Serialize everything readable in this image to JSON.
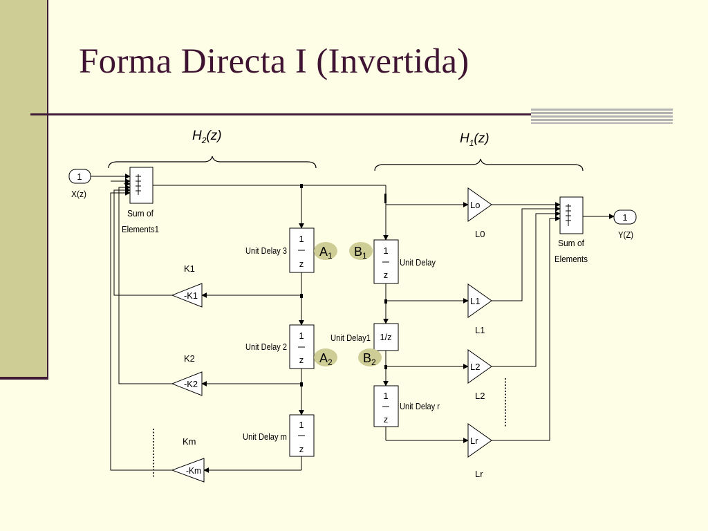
{
  "slide": {
    "title": "Forma Directa I (Invertida)"
  },
  "diagram": {
    "h2": {
      "base": "H",
      "sub": "2",
      "arg": "(z)"
    },
    "h1": {
      "base": "H",
      "sub": "1",
      "arg": "(z)"
    },
    "input_port": {
      "number": "1",
      "label": "X(z)"
    },
    "output_port": {
      "number": "1",
      "label": "Y(Z)"
    },
    "sum1": {
      "label_line1": "Sum of",
      "label_line2": "Elements1"
    },
    "sum": {
      "label_line1": "Sum of",
      "label_line2": "Elements"
    },
    "delays_left": [
      {
        "num": "1",
        "den": "z",
        "label": "Unit Delay 3"
      },
      {
        "num": "1",
        "den": "z",
        "label": "Unit Delay 2"
      },
      {
        "num": "1",
        "den": "z",
        "label": "Unit Delay m"
      }
    ],
    "delays_right": [
      {
        "num": "1",
        "den": "z",
        "label": "Unit Delay"
      },
      {
        "text": "1/z",
        "label": "Unit Delay1"
      },
      {
        "num": "1",
        "den": "z",
        "label": "Unit Delay r"
      }
    ],
    "gains_k": [
      {
        "text": "-K1",
        "label": "K1"
      },
      {
        "text": "-K2",
        "label": "K2"
      },
      {
        "text": "-Km",
        "label": "Km"
      }
    ],
    "gains_l": [
      {
        "text": "Lo",
        "label": "L0"
      },
      {
        "text": "L1",
        "label": "L1"
      },
      {
        "text": "L2",
        "label": "L2"
      },
      {
        "text": "Lr",
        "label": "Lr"
      }
    ],
    "markers": [
      {
        "base": "A",
        "sub": "1"
      },
      {
        "base": "B",
        "sub": "1"
      },
      {
        "base": "A",
        "sub": "2"
      },
      {
        "base": "B",
        "sub": "2"
      }
    ],
    "colors": {
      "background": "#fefde6",
      "sidebar": "#cfcd96",
      "title": "#3f1432",
      "marker_fill": "#cfcd96",
      "wire": "#000000"
    }
  }
}
